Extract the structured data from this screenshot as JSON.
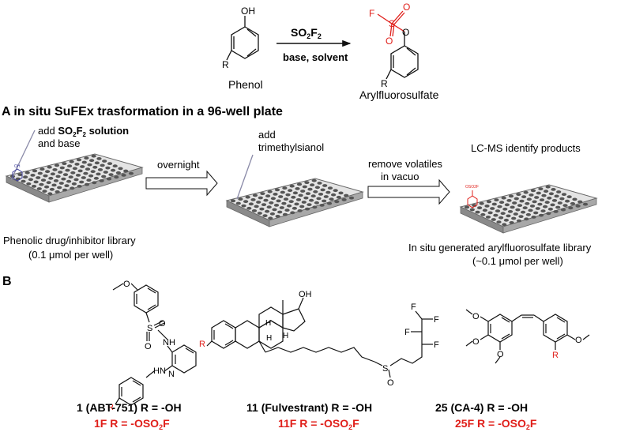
{
  "colors": {
    "red": "#e0201b",
    "ink": "#111111",
    "plate": "#9a9a9a",
    "plate_top": "#e6e6e6",
    "well": "#555555"
  },
  "reaction": {
    "reagent_top": "SO2F2",
    "reagent_bottom": "base, solvent",
    "phenol_label": "Phenol",
    "product_label": "Arylfluorosulfate",
    "oh": "OH",
    "r": "R",
    "f": "F",
    "s": "S",
    "o": "O"
  },
  "panel_a": {
    "title": "A in situ SuFEx trasformation in a 96-well plate",
    "step1_line1_pre": "add ",
    "step1_line1_bold": "SO2F2 solution",
    "step1_line2": "and base",
    "step2_line1": "add",
    "step2_line2": "trimethylsianol",
    "step3_label": "LC-MS identify products",
    "arrow1": "overnight",
    "arrow2_line1": "remove volatiles",
    "arrow2_line2": "in vacuo",
    "left_caption_line1": "Phenolic drug/inhibitor library",
    "left_caption_line2": "(0.1 μmol per well)",
    "right_caption_line1": "In situ generated arylfluorosulfate library",
    "right_caption_line2": "(~0.1 μmol per well)",
    "plate_oh": "OH",
    "plate_oso2f": "OSO2F"
  },
  "panel_b": {
    "label": "B",
    "compounds": [
      {
        "name": "1 (ABT-751) R = -OH",
        "fluoro": "1F R = -OSO2F"
      },
      {
        "name": "11 (Fulvestrant) R = -OH",
        "fluoro": "11F R = -OSO2F"
      },
      {
        "name": "25 (CA-4) R = -OH",
        "fluoro": "25F R = -OSO2F"
      }
    ],
    "atoms": {
      "o": "O",
      "s": "S",
      "nh": "NH",
      "hn": "HN",
      "n": "N",
      "h": "H",
      "oh": "OH",
      "r": "R",
      "f": "F"
    }
  }
}
